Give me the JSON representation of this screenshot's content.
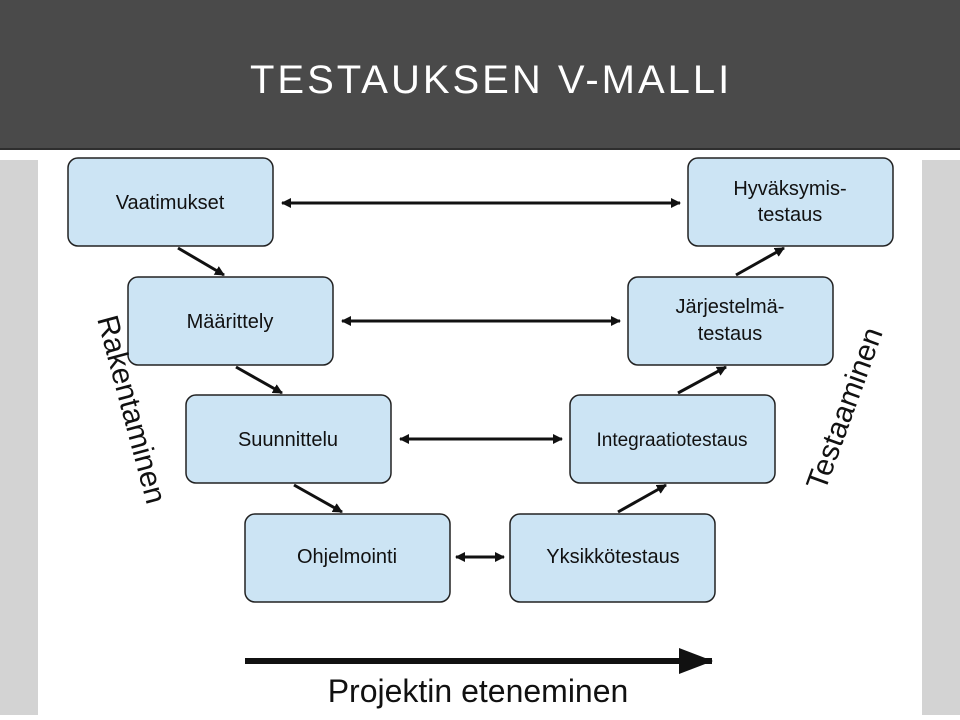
{
  "header": {
    "title": "TESTAUKSEN V-MALLI"
  },
  "diagram": {
    "boxes_left": [
      {
        "id": "vaatimukset",
        "lines": [
          "Vaatimukset"
        ]
      },
      {
        "id": "maarittely",
        "lines": [
          "Määrittely"
        ]
      },
      {
        "id": "suunnittelu",
        "lines": [
          "Suunnittelu"
        ]
      },
      {
        "id": "ohjelmointi",
        "lines": [
          "Ohjelmointi"
        ]
      }
    ],
    "boxes_right": [
      {
        "id": "hyvaksymistestaus",
        "lines": [
          "Hyväksymis-",
          "testaus"
        ]
      },
      {
        "id": "jarjestelmatestaus",
        "lines": [
          "Järjestelmä-",
          "testaus"
        ]
      },
      {
        "id": "integraatiotestaus",
        "lines": [
          "Integraatiotestaus"
        ]
      },
      {
        "id": "yksikkotestaus",
        "lines": [
          "Yksikkötestaus"
        ]
      }
    ],
    "left_axis_label": "Rakentaminen",
    "right_axis_label": "Testaaminen",
    "bottom_label": "Projektin eteneminen",
    "colors": {
      "box_fill": "#cce4f4",
      "box_stroke": "#222222",
      "header_bg": "#4a4a4a",
      "side_bar": "#d3d3d3"
    }
  }
}
